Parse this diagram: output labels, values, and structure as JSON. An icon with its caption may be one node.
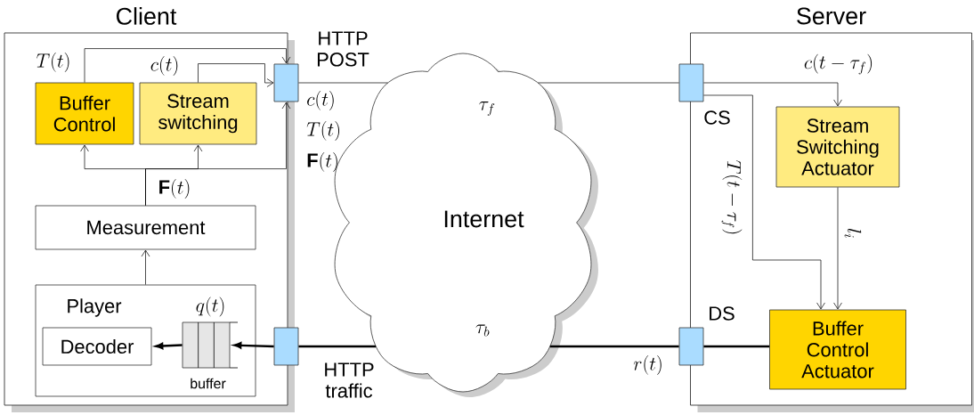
{
  "diagram": {
    "nodes": [
      {
        "text": [
          "Client"
        ]
      },
      {
        "text": [
          "Buffer Control"
        ],
        "in": 0
      },
      {
        "text": [
          "Stream switching"
        ],
        "in": 0
      },
      {
        "text": [
          "Measurement"
        ],
        "in": 0
      },
      {
        "text": [
          "Player"
        ],
        "in": 0
      },
      {
        "text": [
          "Decoder"
        ],
        "in": 4
      },
      {
        "text": [
          "buffer"
        ],
        "in": 4,
        "beside": [
          "q(t)"
        ]
      },
      {
        "text": [],
        "shape": "box"
      },
      {
        "text": [],
        "shape": "box"
      },
      {
        "text": [
          "Server"
        ]
      },
      {
        "text": [],
        "shape": "box",
        "beside": [
          "CS"
        ]
      },
      {
        "text": [
          "Stream Switching Actuator"
        ],
        "in": 9
      },
      {
        "text": [],
        "shape": "box",
        "beside": [
          "DS"
        ]
      },
      {
        "text": [
          "Buffer Control Actuator"
        ],
        "in": 9
      },
      {
        "text": [
          "Internet"
        ]
      }
    ],
    "edges": [
      {
        "from": 1,
        "to": 7,
        "arrow": "to",
        "label": "T(t)"
      },
      {
        "from": 2,
        "to": 7,
        "arrow": "to",
        "label": "c(t)"
      },
      {
        "from": 3,
        "to": 1,
        "arrow": "to",
        "label": "\\mathbf{F}(t)"
      },
      {
        "from": 3,
        "to": 2,
        "arrow": "to"
      },
      {
        "from": 3,
        "to": 7,
        "arrow": "to"
      },
      {
        "from": 4,
        "to": 3,
        "arrow": "to"
      },
      {
        "from": 6,
        "to": 5,
        "arrow": "to",
        "style": "thick"
      },
      {
        "from": 8,
        "to": 6,
        "arrow": "to",
        "style": "thick"
      },
      {
        "from": 7,
        "to": 14,
        "arrow": "none"
      },
      {
        "from": 14,
        "to": 10,
        "arrow": "none"
      },
      {
        "from": 10,
        "to": 11,
        "arrow": "to",
        "label": "c(t-\\tau_f)"
      },
      {
        "from": 10,
        "to": 13,
        "arrow": "to",
        "label": "T(t-\\tau_f)"
      },
      {
        "from": 11,
        "to": 13,
        "arrow": "to",
        "label": "l_i"
      },
      {
        "from": 13,
        "to": 12,
        "arrow": "none",
        "style": "thick"
      },
      {
        "from": 12,
        "to": 14,
        "arrow": "none",
        "style": "thick"
      },
      {
        "from": 14,
        "to": 8,
        "arrow": "none",
        "style": "thick"
      }
    ],
    "labels": [
      "HTTP POST",
      "c(t)",
      "\\tau_f",
      "T(t)",
      "\\mathbf{F}(t)",
      "\\tau_b",
      "r(t)",
      "HTTP traffic"
    ]
  }
}
